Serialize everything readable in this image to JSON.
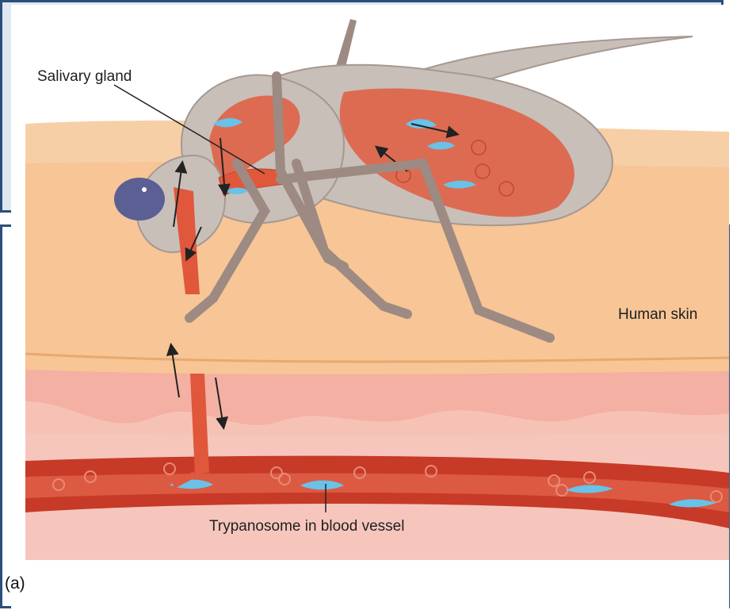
{
  "figure": {
    "labels": {
      "salivary_gland": "Salivary gland",
      "human_skin": "Human skin",
      "trypanosome": "Trypanosome in blood vessel",
      "panel": "(a)"
    }
  },
  "colors": {
    "frame_border": "#2c4e7c",
    "skin_outer": "#f6c89a",
    "skin_inner": "#f4b2a2",
    "vessel": "#c73a28",
    "fly_body": "#bdb3ae",
    "fly_organ": "#dd6b52",
    "trypanosome": "#69c2e8",
    "fly_eye": "#5b5f93"
  }
}
